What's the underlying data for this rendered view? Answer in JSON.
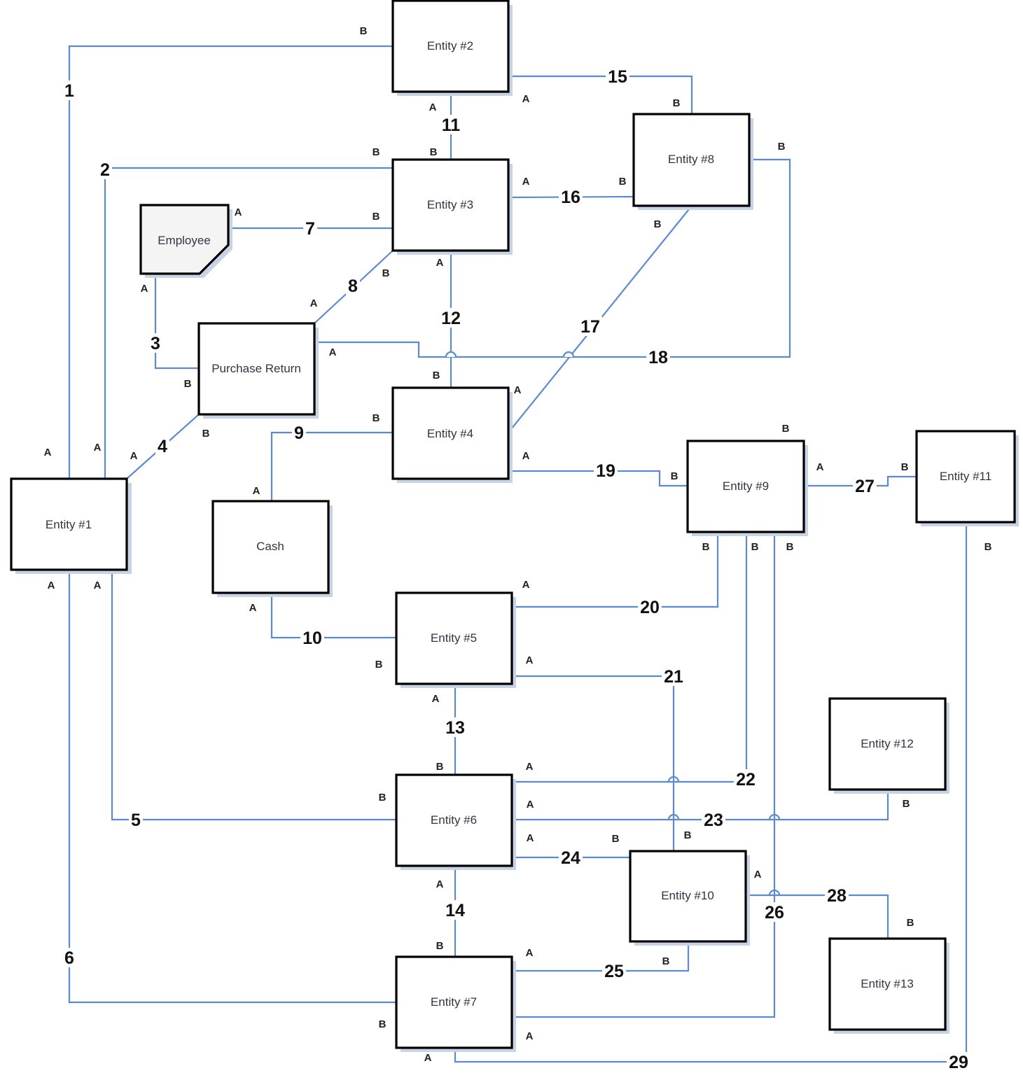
{
  "entities": {
    "e1": "Entity #1",
    "e2": "Entity #2",
    "e3": "Entity #3",
    "e4": "Entity #4",
    "e5": "Entity #5",
    "e6": "Entity #6",
    "e7": "Entity #7",
    "e8": "Entity #8",
    "e9": "Entity #9",
    "e10": "Entity #10",
    "e11": "Entity #11",
    "e12": "Entity #12",
    "e13": "Entity #13",
    "employee": "Employee",
    "purchase_return": "Purchase Return",
    "cash": "Cash"
  },
  "relationships": {
    "r1": "1",
    "r2": "2",
    "r3": "3",
    "r4": "4",
    "r5": "5",
    "r6": "6",
    "r7": "7",
    "r8": "8",
    "r9": "9",
    "r10": "10",
    "r11": "11",
    "r12": "12",
    "r13": "13",
    "r14": "14",
    "r15": "15",
    "r16": "16",
    "r17": "17",
    "r18": "18",
    "r19": "19",
    "r20": "20",
    "r21": "21",
    "r22": "22",
    "r23": "23",
    "r24": "24",
    "r25": "25",
    "r26": "26",
    "r27": "27",
    "r28": "28",
    "r29": "29"
  },
  "cardinality": {
    "a": "A",
    "b": "B"
  },
  "colors": {
    "connector": "#5b8ad1",
    "entity_border": "#000000",
    "entity_shadow": "#c9d3e6"
  }
}
